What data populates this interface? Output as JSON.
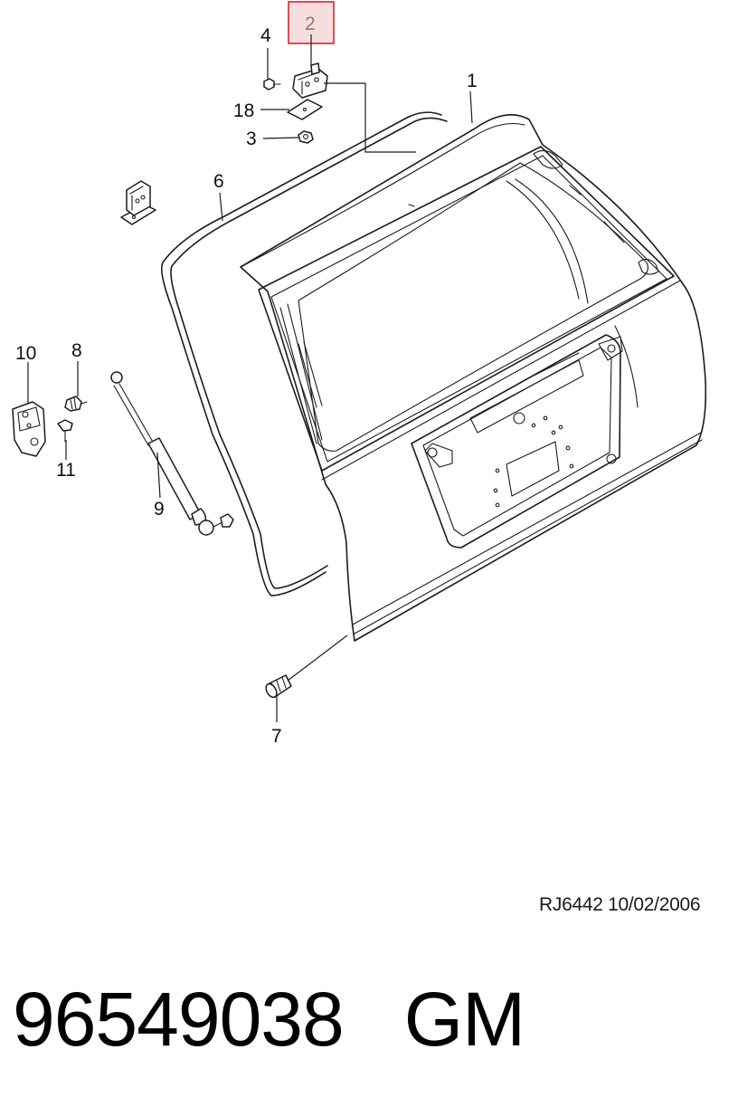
{
  "diagram": {
    "callouts": {
      "c1": "1",
      "c2": "2",
      "c3": "3",
      "c4": "4",
      "c6": "6",
      "c7": "7",
      "c8": "8",
      "c9": "9",
      "c10": "10",
      "c11": "11",
      "c18": "18"
    },
    "highlight_color": "#d9262c",
    "highlight_fill": "#f7dede"
  },
  "footer": {
    "ref_code": "RJ6442  10/02/2006",
    "part_number": "96549038   GM"
  }
}
